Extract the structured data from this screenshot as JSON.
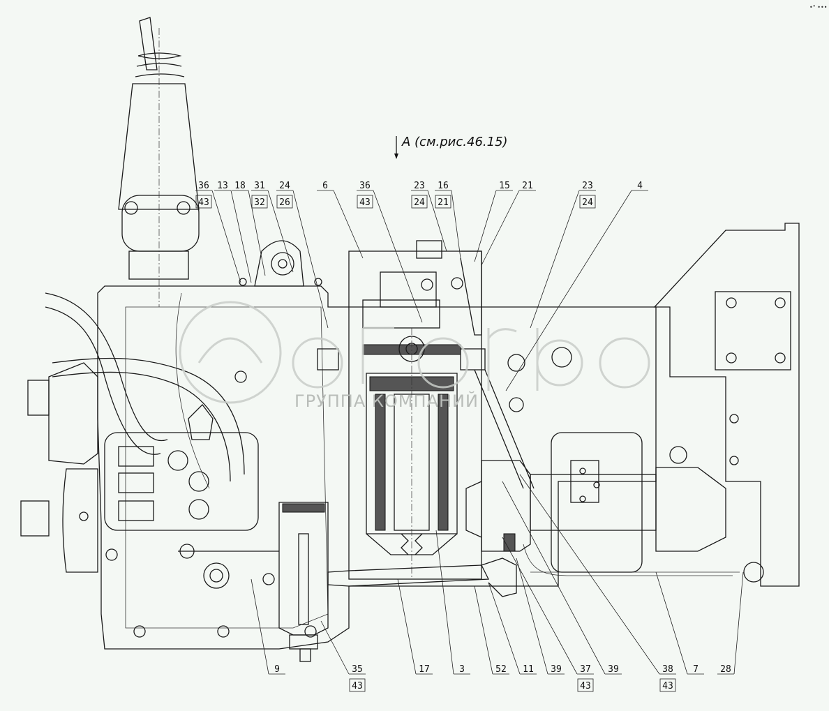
{
  "view_label": "A (см.рис.46.15)",
  "watermark": {
    "logo_text": "агро",
    "subtitle": "ГРУППА КОМПАНИЙ"
  },
  "corner_mark": "•° •••",
  "top_callouts": [
    {
      "main": "36",
      "sub": "43"
    },
    {
      "main": "13"
    },
    {
      "main": "18"
    },
    {
      "main": "31",
      "sub": "32"
    },
    {
      "main": "24",
      "sub": "26"
    },
    {
      "main": "6"
    },
    {
      "main": "36",
      "sub": "43"
    },
    {
      "main": "23",
      "sub": "24"
    },
    {
      "main": "16",
      "sub": "21"
    },
    {
      "main": "15"
    },
    {
      "main": "21"
    },
    {
      "main": "23",
      "sub": "24"
    },
    {
      "main": "4"
    }
  ],
  "bottom_callouts": [
    {
      "main": "9"
    },
    {
      "main": "35",
      "sub": "43"
    },
    {
      "main": "17"
    },
    {
      "main": "3"
    },
    {
      "main": "52"
    },
    {
      "main": "11"
    },
    {
      "main": "39"
    },
    {
      "main": "37",
      "sub": "43"
    },
    {
      "main": "39"
    },
    {
      "main": "38",
      "sub": "43"
    },
    {
      "main": "7"
    },
    {
      "main": "28"
    }
  ]
}
